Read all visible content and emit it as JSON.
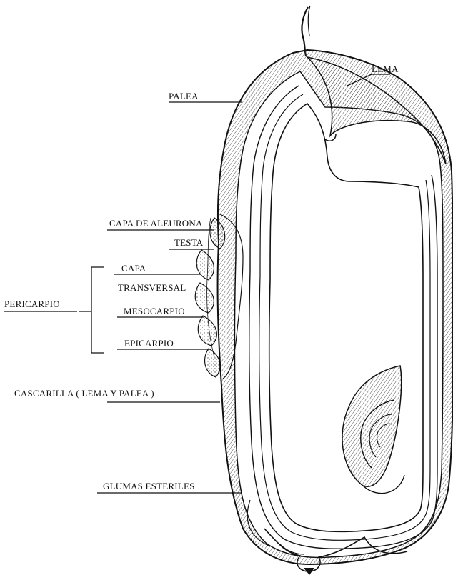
{
  "labels": {
    "lema": "LEMA",
    "palea": "PALEA",
    "capa_aleurona": "CAPA DE ALEURONA",
    "testa": "TESTA",
    "capa": "CAPA",
    "transversal": "TRANSVERSAL",
    "pericarpio": "PERICARPIO",
    "mesocarpio": "MESOCARPIO",
    "epicarpio": "EPICARPIO",
    "cascarilla": "CASCARILLA ( LEMA Y PALEA )",
    "glumas": "GLUMAS ESTERILES"
  },
  "colors": {
    "ink": "#111111",
    "hatch": "#6a6a6a",
    "paper": "#ffffff"
  }
}
